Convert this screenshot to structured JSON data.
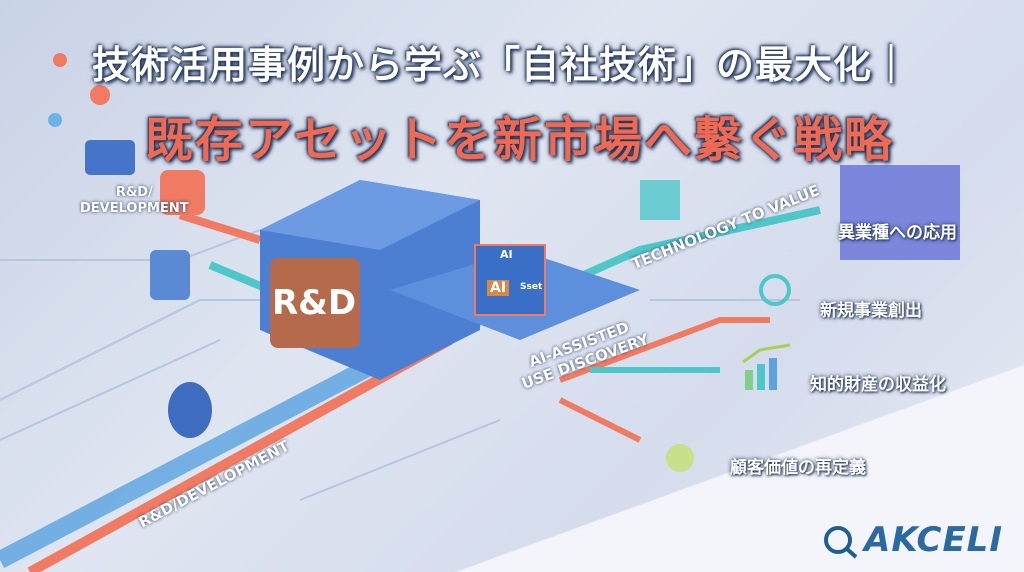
{
  "title": {
    "line1": "技術活用事例から学ぶ「自社技術」の最大化｜",
    "line2": "既存アセットを新市場へ繋ぐ戦略"
  },
  "illustration": {
    "rd_dev_label_top": "R&D/\nDEVELOPMENT",
    "rd_block": "R&D",
    "ai_cube_top": "AI",
    "ai_cube_front": "AI",
    "ai_cube_side": "Sset",
    "ai_discovery": "AI-ASSISTED\nUSE DISCOVERY",
    "tech_to_value": "TECHNOLOGY TO VALUE",
    "rd_dev_label_bottom": "R&D/DEVELOPMENT"
  },
  "outcomes": [
    {
      "label": "異業種への応用",
      "icon": "city-icon"
    },
    {
      "label": "新規事業創出",
      "icon": "magnifier-chart-icon"
    },
    {
      "label": "知的財産の収益化",
      "icon": "bar-chart-growth-icon"
    },
    {
      "label": "顧客価値の再定義",
      "icon": "lightbulb-dollar-icon"
    }
  ],
  "logo": {
    "text": "AKCELI"
  },
  "colors": {
    "title_accent": "#ee6a55",
    "teal": "#4fc7c9",
    "coral": "#f07a62",
    "blue": "#3d73c4"
  }
}
